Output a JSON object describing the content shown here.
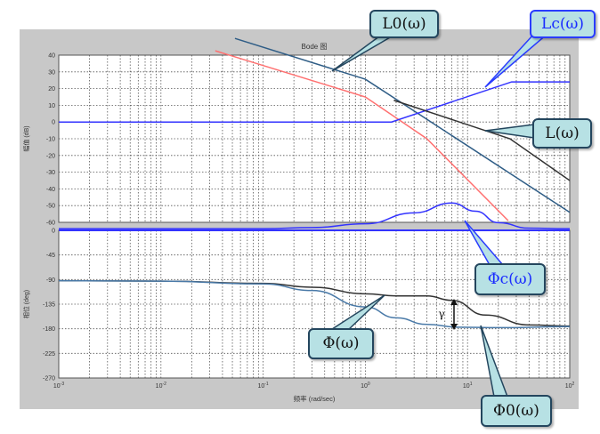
{
  "chart_data": [
    {
      "type": "line",
      "title": "Bode 图",
      "xlabel": "频率 (rad/sec)",
      "ylabel": "幅值 (dB)",
      "xscale": "log",
      "xlim": [
        0.001,
        100
      ],
      "ylim": [
        -60,
        40
      ],
      "xticks": [
        "10-3",
        "10-2",
        "10-1",
        "100",
        "101",
        "102"
      ],
      "yticks": [
        "40",
        "30",
        "20",
        "10",
        "0",
        "-10",
        "-20",
        "-30",
        "-40",
        "-50",
        "-60"
      ],
      "grid": true,
      "series": [
        {
          "name": "L0(ω)",
          "color": "#2f5d86",
          "x": [
            0.053,
            1,
            100
          ],
          "y": [
            50,
            25.6,
            -54
          ]
        },
        {
          "name": "red",
          "color": "#ff7070",
          "x": [
            0.034,
            1,
            4,
            25
          ],
          "y": [
            42.6,
            15,
            -10,
            -59
          ]
        },
        {
          "name": "Lc(ω)",
          "color": "#3333ff",
          "x": [
            0.001,
            1.8,
            27,
            100
          ],
          "y": [
            0,
            0,
            24,
            24
          ]
        },
        {
          "name": "L(ω)",
          "color": "#333333",
          "x": [
            1.9,
            26,
            100
          ],
          "y": [
            13,
            -10,
            -35
          ]
        }
      ]
    },
    {
      "type": "line",
      "xlabel": "频率 (rad/sec)",
      "ylabel": "相位 (deg)",
      "xscale": "log",
      "xlim": [
        0.001,
        100
      ],
      "ylim": [
        -270,
        0
      ],
      "yticks": [
        "0",
        "-45",
        "-90",
        "-135",
        "-180",
        "-225",
        "-270"
      ],
      "grid": true,
      "series": [
        {
          "name": "Φc(ω)",
          "color": "#3333ff",
          "x": [
            0.001,
            0.01,
            0.1,
            0.3,
            1,
            3,
            7,
            12,
            20,
            40,
            100
          ],
          "y": [
            3,
            3,
            3,
            5,
            12,
            32,
            50,
            35,
            14,
            4,
            3
          ]
        },
        {
          "name": "Φ(ω)",
          "color": "#333333",
          "x": [
            0.001,
            0.01,
            0.1,
            0.3,
            1,
            2,
            4,
            7,
            15,
            40,
            100
          ],
          "y": [
            -92,
            -93,
            -97,
            -104,
            -116,
            -120,
            -120,
            -128,
            -155,
            -173,
            -175
          ]
        },
        {
          "name": "Φ0(ω)",
          "color": "#4a7aa8",
          "x": [
            0.001,
            0.01,
            0.1,
            0.3,
            1,
            2,
            4,
            8,
            20,
            100
          ],
          "y": [
            -92,
            -93,
            -98,
            -110,
            -140,
            -160,
            -172,
            -177,
            -178,
            -176
          ]
        },
        {
          "name": "zero-line",
          "color": "#3333ff",
          "x": [
            0.001,
            100
          ],
          "y": [
            0,
            0
          ]
        }
      ],
      "annotations": [
        "γ"
      ]
    }
  ],
  "callouts": {
    "L0": "L0(ω)",
    "Lc": "Lc(ω)",
    "L": "L(ω)",
    "Phic": "Φc(ω)",
    "Phi": "Φ(ω)",
    "Phi0": "Φ0(ω)"
  },
  "colors": {
    "panel": "#c8c8c8",
    "callout_fill": "#b7e1e4"
  }
}
